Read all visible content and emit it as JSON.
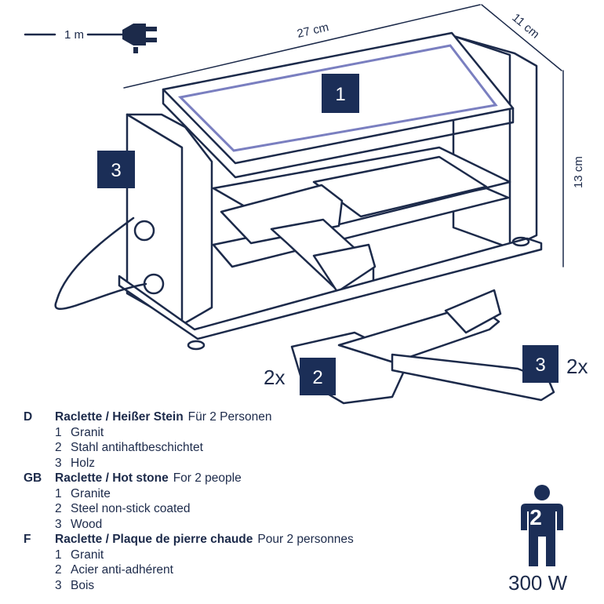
{
  "dimensions": {
    "cable_length": "1 m",
    "width": "27 cm",
    "depth": "11 cm",
    "height": "13 cm"
  },
  "callouts": {
    "one": "1",
    "two": "2",
    "three_side": "3",
    "three_spatula": "3",
    "qty_pans": "2x",
    "qty_spatulas": "2x"
  },
  "legend": [
    {
      "code": "D",
      "title": "Raclette / Heißer Stein",
      "subtitle": "Für 2 Personen",
      "items": [
        {
          "num": "1",
          "text": "Granit"
        },
        {
          "num": "2",
          "text": "Stahl antihaftbeschichtet"
        },
        {
          "num": "3",
          "text": "Holz"
        }
      ]
    },
    {
      "code": "GB",
      "title": "Raclette / Hot stone",
      "subtitle": "For 2 people",
      "items": [
        {
          "num": "1",
          "text": "Granite"
        },
        {
          "num": "2",
          "text": "Steel non-stick coated"
        },
        {
          "num": "3",
          "text": "Wood"
        }
      ]
    },
    {
      "code": "F",
      "title": "Raclette / Plaque de pierre chaude",
      "subtitle": "Pour 2 personnes",
      "items": [
        {
          "num": "1",
          "text": "Granit"
        },
        {
          "num": "2",
          "text": "Acier anti-adhérent"
        },
        {
          "num": "3",
          "text": "Bois"
        }
      ]
    }
  ],
  "persons_count": "2",
  "power": "300 W",
  "colors": {
    "ink": "#1c2a4a",
    "badge": "#1b2e57",
    "stone_outline": "#7a7fc0"
  },
  "icons": [
    "plug-icon",
    "person-icon"
  ]
}
